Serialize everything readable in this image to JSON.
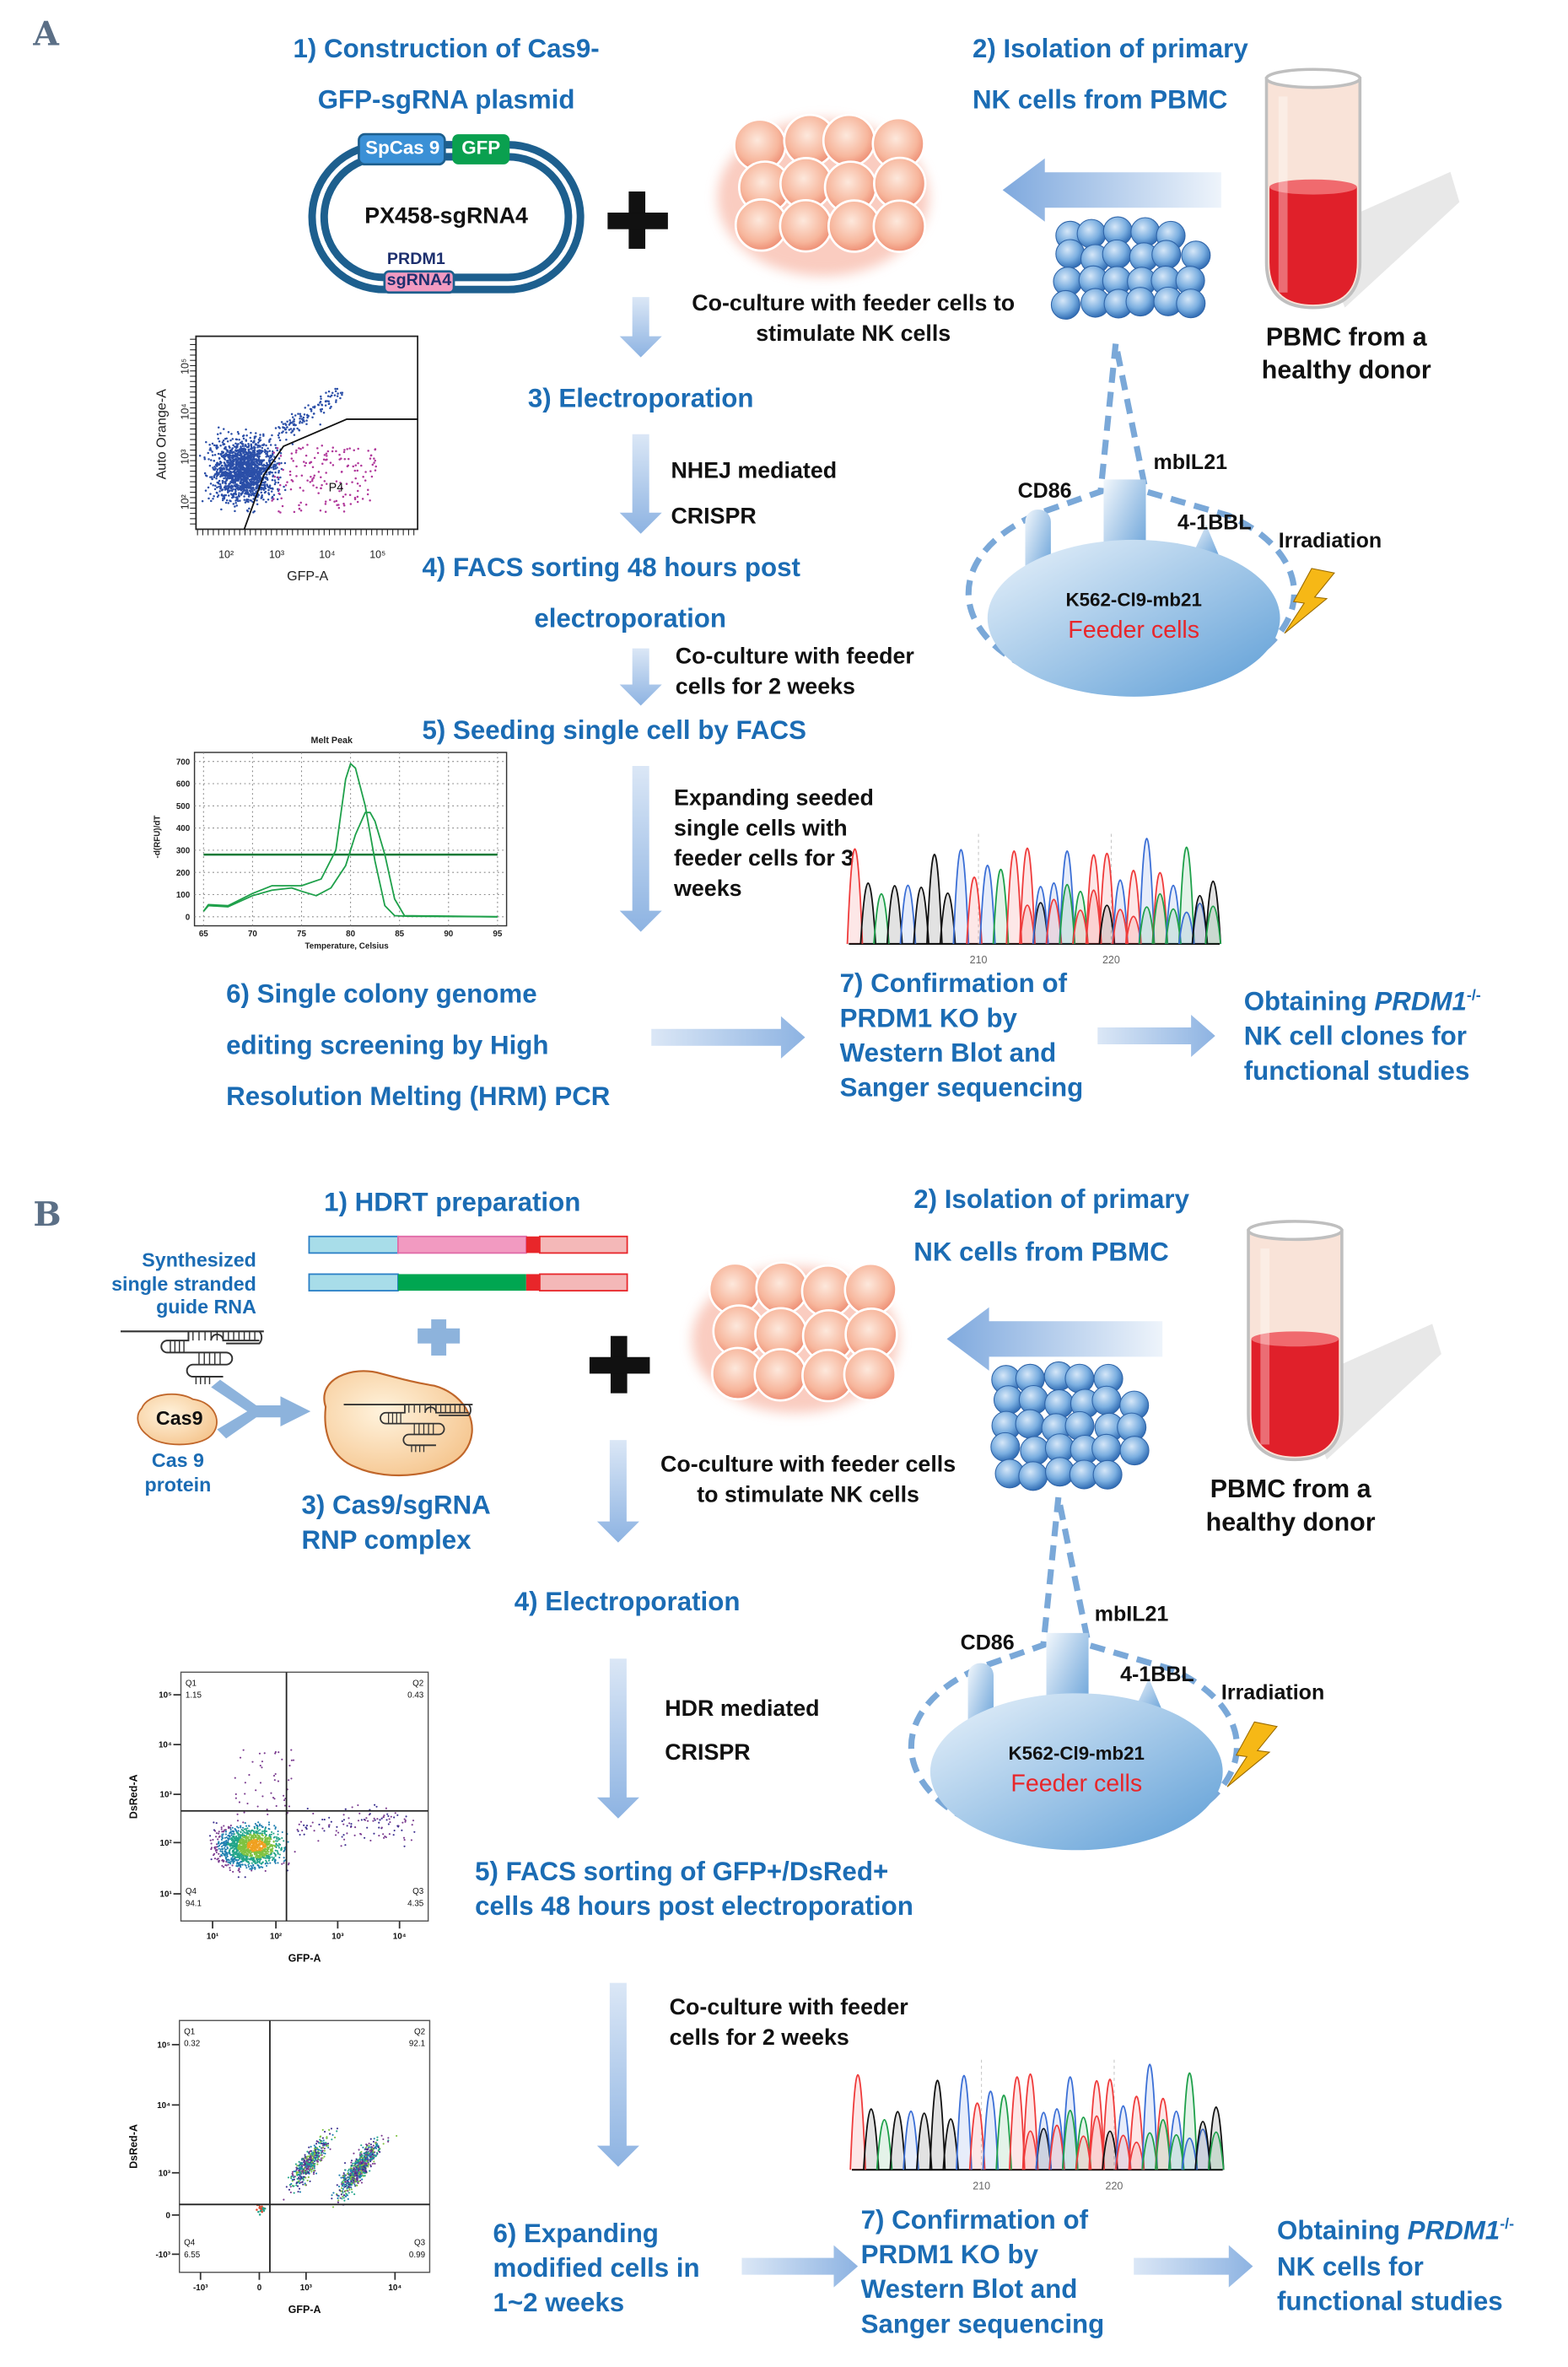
{
  "a": {
    "panel_label": "A",
    "step1": [
      "1) Construction of Cas9-",
      "GFP-sgRNA plasmid"
    ],
    "plasmid": {
      "name": "PX458-sgRNA4",
      "cas9": "SpCas 9",
      "gfp": "GFP",
      "gene": "PRDM1",
      "sgrna": "sgRNA4"
    },
    "step2": [
      "2) Isolation of primary",
      "NK cells from PBMC"
    ],
    "pbmc": [
      "PBMC from a",
      "healthy donor"
    ],
    "coculture1": [
      "Co-culture with feeder cells to",
      "stimulate NK cells"
    ],
    "step3": "3) Electroporation",
    "nhej": [
      "NHEJ mediated",
      "CRISPR"
    ],
    "step4": [
      "4) FACS sorting 48 hours post",
      "electroporation"
    ],
    "coculture2": [
      "Co-culture with feeder",
      "cells for 2 weeks"
    ],
    "step5": "5) Seeding single cell by FACS",
    "expanding": [
      "Expanding seeded",
      "single cells with",
      "feeder cells for 3",
      "weeks"
    ],
    "step6": [
      "6) Single colony genome",
      "editing screening by High",
      "Resolution Melting (HRM) PCR"
    ],
    "step7": [
      "7) Confirmation of",
      "PRDM1 KO by",
      "Western Blot and",
      "Sanger sequencing"
    ],
    "result": {
      "prefix": "Obtaining ",
      "gene": "PRDM1",
      "sup": "-/-",
      "lines": [
        "NK cell clones for",
        "functional studies"
      ]
    },
    "feeder": {
      "mbil21": "mbIL21",
      "cd86": "CD86",
      "bbl": "4-1BBL",
      "irradiation": "Irradiation",
      "line": "K562-Cl9-mb21",
      "name": "Feeder cells"
    },
    "facs_plot": {
      "xlabel": "GFP-A",
      "ylabel": "Auto Orange-A",
      "xticks": [
        "10²",
        "10³",
        "10⁴",
        "10⁵"
      ],
      "yticks": [
        "10²",
        "10³",
        "10⁴",
        "10⁵"
      ],
      "gate": "P4",
      "colors": {
        "main": "#2b4fa8",
        "gated": "#b0379a"
      }
    },
    "melt_plot": {
      "type": "line",
      "title": "Melt Peak",
      "xlabel": "Temperature, Celsius",
      "ylabel": "-d(RFU)/dT",
      "xlim": [
        65,
        95
      ],
      "ylim": [
        0,
        700
      ],
      "xticks": [
        "65",
        "70",
        "75",
        "80",
        "85",
        "90",
        "95"
      ],
      "yticks": [
        "0",
        "100",
        "200",
        "300",
        "400",
        "500",
        "600",
        "700"
      ],
      "grid": true,
      "threshold": 280,
      "series": [
        {
          "x": [
            65,
            65.5,
            67.5,
            70,
            72,
            75,
            77,
            78.5,
            79.5,
            80,
            80.5,
            81.5,
            82.5,
            83.5,
            84.5,
            86,
            95
          ],
          "y": [
            25,
            55,
            50,
            105,
            140,
            140,
            170,
            300,
            620,
            690,
            670,
            500,
            250,
            50,
            5,
            2,
            0
          ]
        },
        {
          "x": [
            65,
            65.5,
            67.5,
            70,
            72,
            74,
            75,
            76.5,
            78,
            79.5,
            80.5,
            81.5,
            82,
            82.5,
            83.5,
            84.5,
            85.5,
            95
          ],
          "y": [
            25,
            50,
            45,
            95,
            120,
            130,
            115,
            95,
            130,
            230,
            370,
            470,
            470,
            430,
            280,
            80,
            5,
            0
          ]
        }
      ],
      "color": "#1ea04a"
    },
    "sanger": {
      "ticks": [
        "210",
        "220"
      ]
    }
  },
  "b": {
    "panel_label": "B",
    "step1": "1) HDRT preparation",
    "sgrna_label": [
      "Synthesized",
      "single stranded",
      "guide RNA"
    ],
    "cas9": "Cas9",
    "cas9_label": [
      "Cas 9",
      "protein"
    ],
    "step3": [
      "3) Cas9/sgRNA",
      "RNP complex"
    ],
    "step2": [
      "2) Isolation of primary",
      "NK cells from PBMC"
    ],
    "pbmc": [
      "PBMC from a",
      "healthy donor"
    ],
    "coculture1": [
      "Co-culture with feeder cells",
      "to stimulate NK cells"
    ],
    "step4": "4) Electroporation",
    "hdr": [
      "HDR mediated",
      "CRISPR"
    ],
    "step5": [
      "5) FACS sorting of GFP+/DsRed+",
      "cells 48 hours post electroporation"
    ],
    "coculture2": [
      "Co-culture with feeder",
      "cells for 2 weeks"
    ],
    "step6": [
      "6) Expanding",
      "modified cells in",
      "1~2 weeks"
    ],
    "step7": [
      "7) Confirmation of",
      "PRDM1 KO by",
      "Western Blot and",
      "Sanger sequencing"
    ],
    "result": {
      "prefix": "Obtaining ",
      "gene": "PRDM1",
      "sup": "-/-",
      "lines": [
        "NK cells for",
        "functional studies"
      ]
    },
    "feeder": {
      "mbil21": "mbIL21",
      "cd86": "CD86",
      "bbl": "4-1BBL",
      "irradiation": "Irradiation",
      "line": "K562-Cl9-mb21",
      "name": "Feeder cells"
    },
    "hdrt_colors": {
      "homology_left": "#a8dde9",
      "insert1": "#f29ac1",
      "insert2": "#00a651",
      "tag": "#e8262a",
      "homology_right": "#f4b8b8"
    },
    "facs1": {
      "xlabel": "GFP-A",
      "ylabel": "DsRed-A",
      "xticks": [
        "10¹",
        "10²",
        "10³",
        "10⁴"
      ],
      "yticks": [
        "10⁵",
        "10⁴",
        "10³",
        "10²",
        "10¹"
      ],
      "quadrants": [
        {
          "name": "Q1",
          "value": "1.15"
        },
        {
          "name": "Q2",
          "value": "0.43"
        },
        {
          "name": "Q3",
          "value": "4.35"
        },
        {
          "name": "Q4",
          "value": "94.1"
        }
      ]
    },
    "facs2": {
      "xlabel": "GFP-A",
      "ylabel": "DsRed-A",
      "xticks": [
        "-10³",
        "0",
        "10³",
        "10⁴"
      ],
      "yticks": [
        "10⁵",
        "10⁴",
        "10³",
        "0",
        "-10³"
      ],
      "quadrants": [
        {
          "name": "Q1",
          "value": "0.32"
        },
        {
          "name": "Q2",
          "value": "92.1"
        },
        {
          "name": "Q3",
          "value": "0.99"
        },
        {
          "name": "Q4",
          "value": "6.55"
        }
      ]
    },
    "sanger": {
      "ticks": [
        "210",
        "220"
      ]
    }
  },
  "colors": {
    "heading": "#1b6cb4",
    "arrow": "#8db3e2",
    "feeder_text": "#e8262a",
    "lightning": "#f6b816",
    "blood": "#e0202a"
  },
  "icons": [
    "plus-icon",
    "arrow-icon",
    "test-tube-icon",
    "cell-cluster-icon",
    "lightning-icon",
    "plasmid-icon",
    "rna-icon",
    "protein-icon"
  ]
}
